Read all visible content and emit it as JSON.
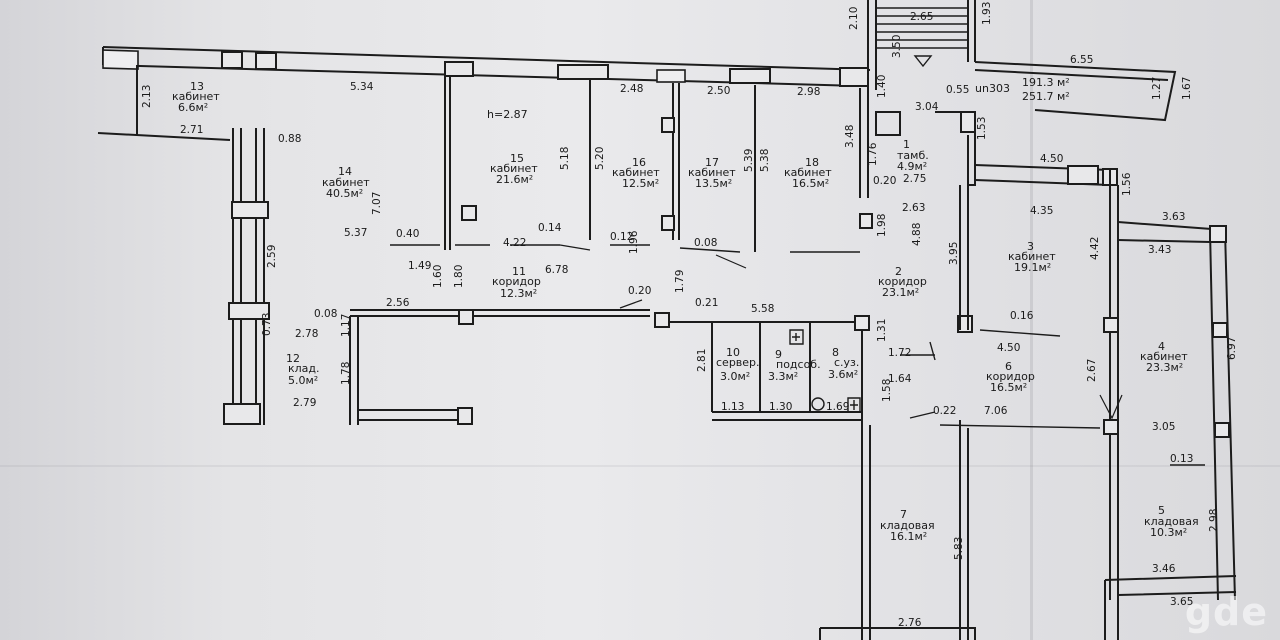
{
  "watermark": "gde",
  "header": {
    "room": "un303",
    "area_1": "191.3 м²",
    "area_2": "251.7 м²",
    "ceiling": "h=2.87"
  },
  "rooms": [
    {
      "num": "13",
      "name": "кабинет",
      "area": "6.6м²"
    },
    {
      "num": "14",
      "name": "кабинет",
      "area": "40.5м²"
    },
    {
      "num": "15",
      "name": "кабинет",
      "area": "21.6м²"
    },
    {
      "num": "16",
      "name": "кабинет",
      "area": "12.5м²"
    },
    {
      "num": "17",
      "name": "кабинет",
      "area": "13.5м²"
    },
    {
      "num": "18",
      "name": "кабинет",
      "area": "16.5м²"
    },
    {
      "num": "1",
      "name": "тамб.",
      "area": "4.9м²"
    },
    {
      "num": "2",
      "name": "коридор",
      "area": "23.1м²"
    },
    {
      "num": "3",
      "name": "кабинет",
      "area": "19.1м²"
    },
    {
      "num": "4",
      "name": "кабинет",
      "area": "23.3м²"
    },
    {
      "num": "5",
      "name": "кладовая",
      "area": "10.3м²"
    },
    {
      "num": "6",
      "name": "коридор",
      "area": "16.5м²"
    },
    {
      "num": "7",
      "name": "кладовая",
      "area": "16.1м²"
    },
    {
      "num": "8",
      "name": "с.уз.",
      "area": "3.6м²"
    },
    {
      "num": "9",
      "name": "подсоб.",
      "area": "3.3м²"
    },
    {
      "num": "10",
      "name": "сервер.",
      "area": "3.0м²"
    },
    {
      "num": "11",
      "name": "коридор",
      "area": "12.3м²"
    },
    {
      "num": "12",
      "name": "клад.",
      "area": "5.0м²"
    }
  ],
  "dimensions": [
    "2.10",
    "2.65",
    "1.93",
    "3.50",
    "6.55",
    "1.27",
    "1.67",
    "5.34",
    "2.48",
    "2.50",
    "2.98",
    "1.40",
    "0.55",
    "3.04",
    "1.53",
    "2.13",
    "2.71",
    "0.88",
    "5.18",
    "5.20",
    "5.39",
    "5.38",
    "3.48",
    "1.76",
    "0.20",
    "2.75",
    "4.50",
    "1.56",
    "3.63",
    "3.43",
    "4.35",
    "4.42",
    "7.07",
    "5.37",
    "0.40",
    "4.22",
    "0.14",
    "0.12",
    "0.08",
    "6.78",
    "1.98",
    "4.88",
    "2.63",
    "3.95",
    "2.59",
    "1.49",
    "1.60",
    "1.80",
    "1.96",
    "0.20",
    "1.79",
    "0.21",
    "5.58",
    "2.56",
    "0.08",
    "1.17",
    "0.73",
    "2.78",
    "1.31",
    "1.72",
    "0.16",
    "4.50",
    "2.81",
    "1.64",
    "1.58",
    "6.97",
    "2.67",
    "1.78",
    "2.79",
    "1.13",
    "1.30",
    "1.69",
    "0.22",
    "7.06",
    "3.05",
    "0.13",
    "5.83",
    "2.98",
    "3.46",
    "3.65",
    "2.76"
  ]
}
